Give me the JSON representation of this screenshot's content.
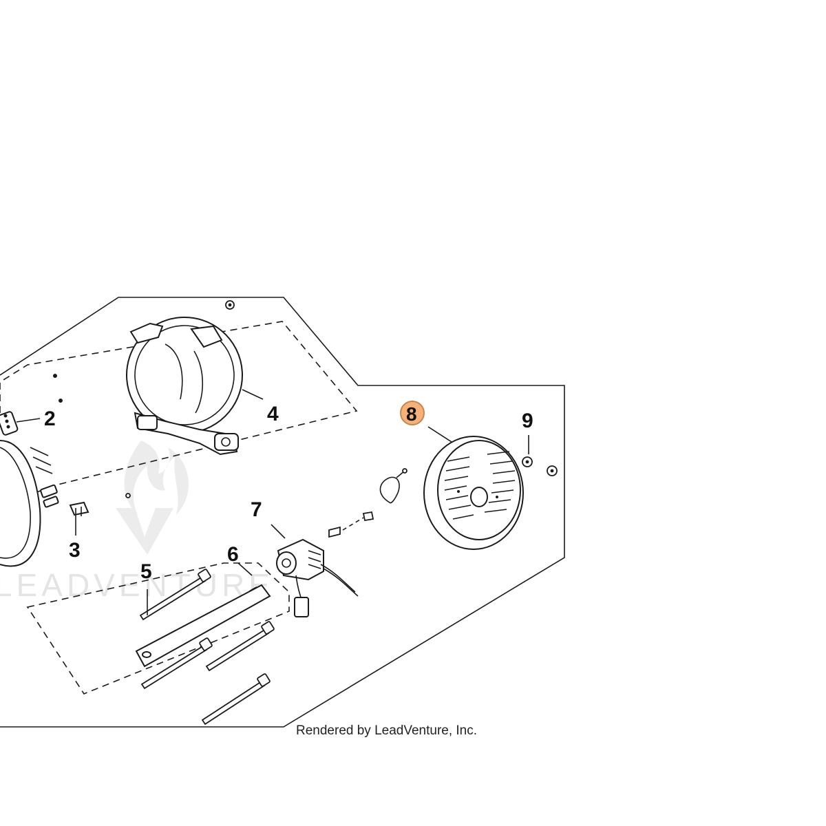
{
  "diagram": {
    "callouts": [
      {
        "id": "2",
        "label": "2"
      },
      {
        "id": "3",
        "label": "3"
      },
      {
        "id": "4",
        "label": "4"
      },
      {
        "id": "5",
        "label": "5"
      },
      {
        "id": "6",
        "label": "6"
      },
      {
        "id": "7",
        "label": "7"
      },
      {
        "id": "8",
        "label": "8",
        "highlighted": true
      },
      {
        "id": "9",
        "label": "9"
      }
    ],
    "credit": "Rendered by LeadVenture, Inc.",
    "watermark": "LEADVENTURE",
    "colors": {
      "line": "#1a1a1a",
      "highlight_fill": "#f2b27a",
      "highlight_stroke": "#c98545",
      "watermark": "#e4e4e4"
    }
  }
}
